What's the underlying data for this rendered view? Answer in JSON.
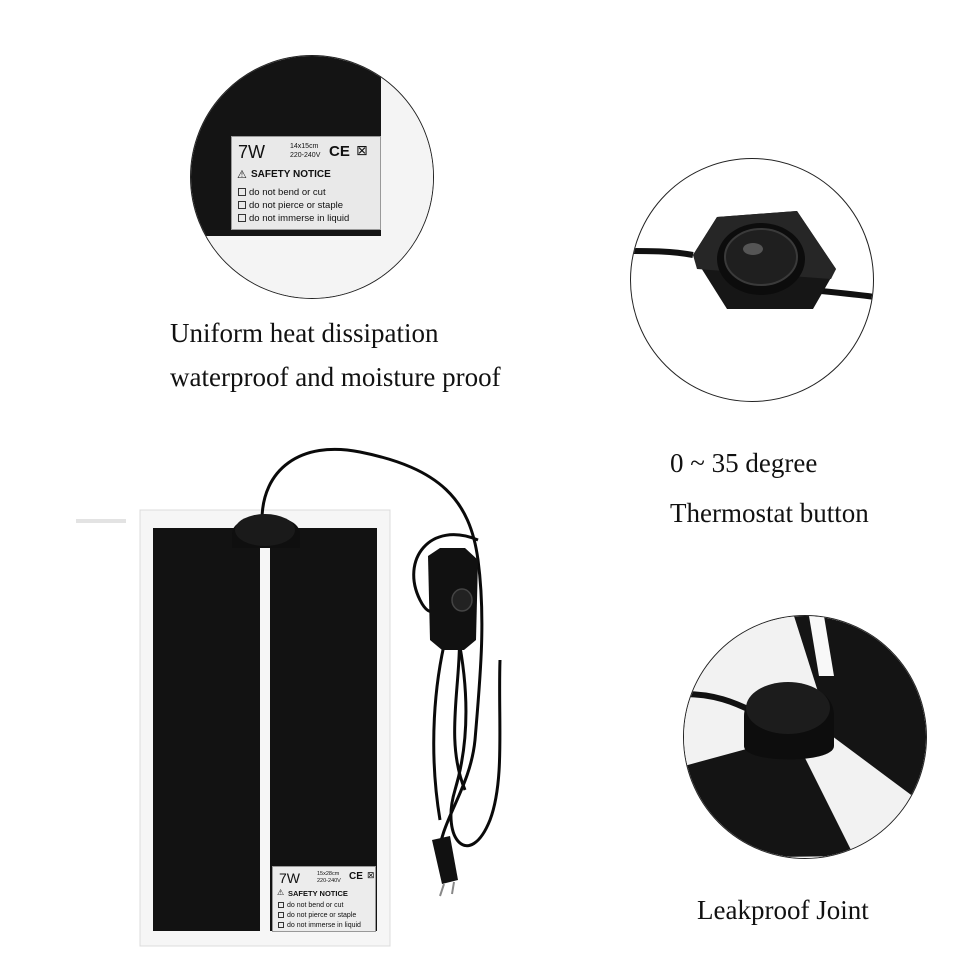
{
  "captions": {
    "heat_line1": "Uniform heat dissipation",
    "heat_line2": "waterproof and moisture proof",
    "temp_line1": "0 ~ 35 degree",
    "temp_line2": "Thermostat button",
    "joint": "Leakproof Joint"
  },
  "zoom_label": {
    "wattage": "7W",
    "size": "14x15cm",
    "voltage": "220-240V",
    "cert": "CE",
    "notice": "SAFETY NOTICE",
    "warnings": [
      "do not bend or cut",
      "do not pierce or staple",
      "do not immerse in liquid"
    ]
  },
  "product_label": {
    "wattage": "7W",
    "size": "15x28cm",
    "voltage": "220-240V",
    "cert": "CE",
    "notice": "SAFETY NOTICE",
    "warnings": [
      "do not bend or cut",
      "do not pierce or staple",
      "do not immerse in liquid"
    ]
  },
  "colors": {
    "pad": "#121212",
    "frame": "#f6f6f6",
    "cable": "#0a0a0a",
    "label_bg": "#e9e9e9"
  }
}
